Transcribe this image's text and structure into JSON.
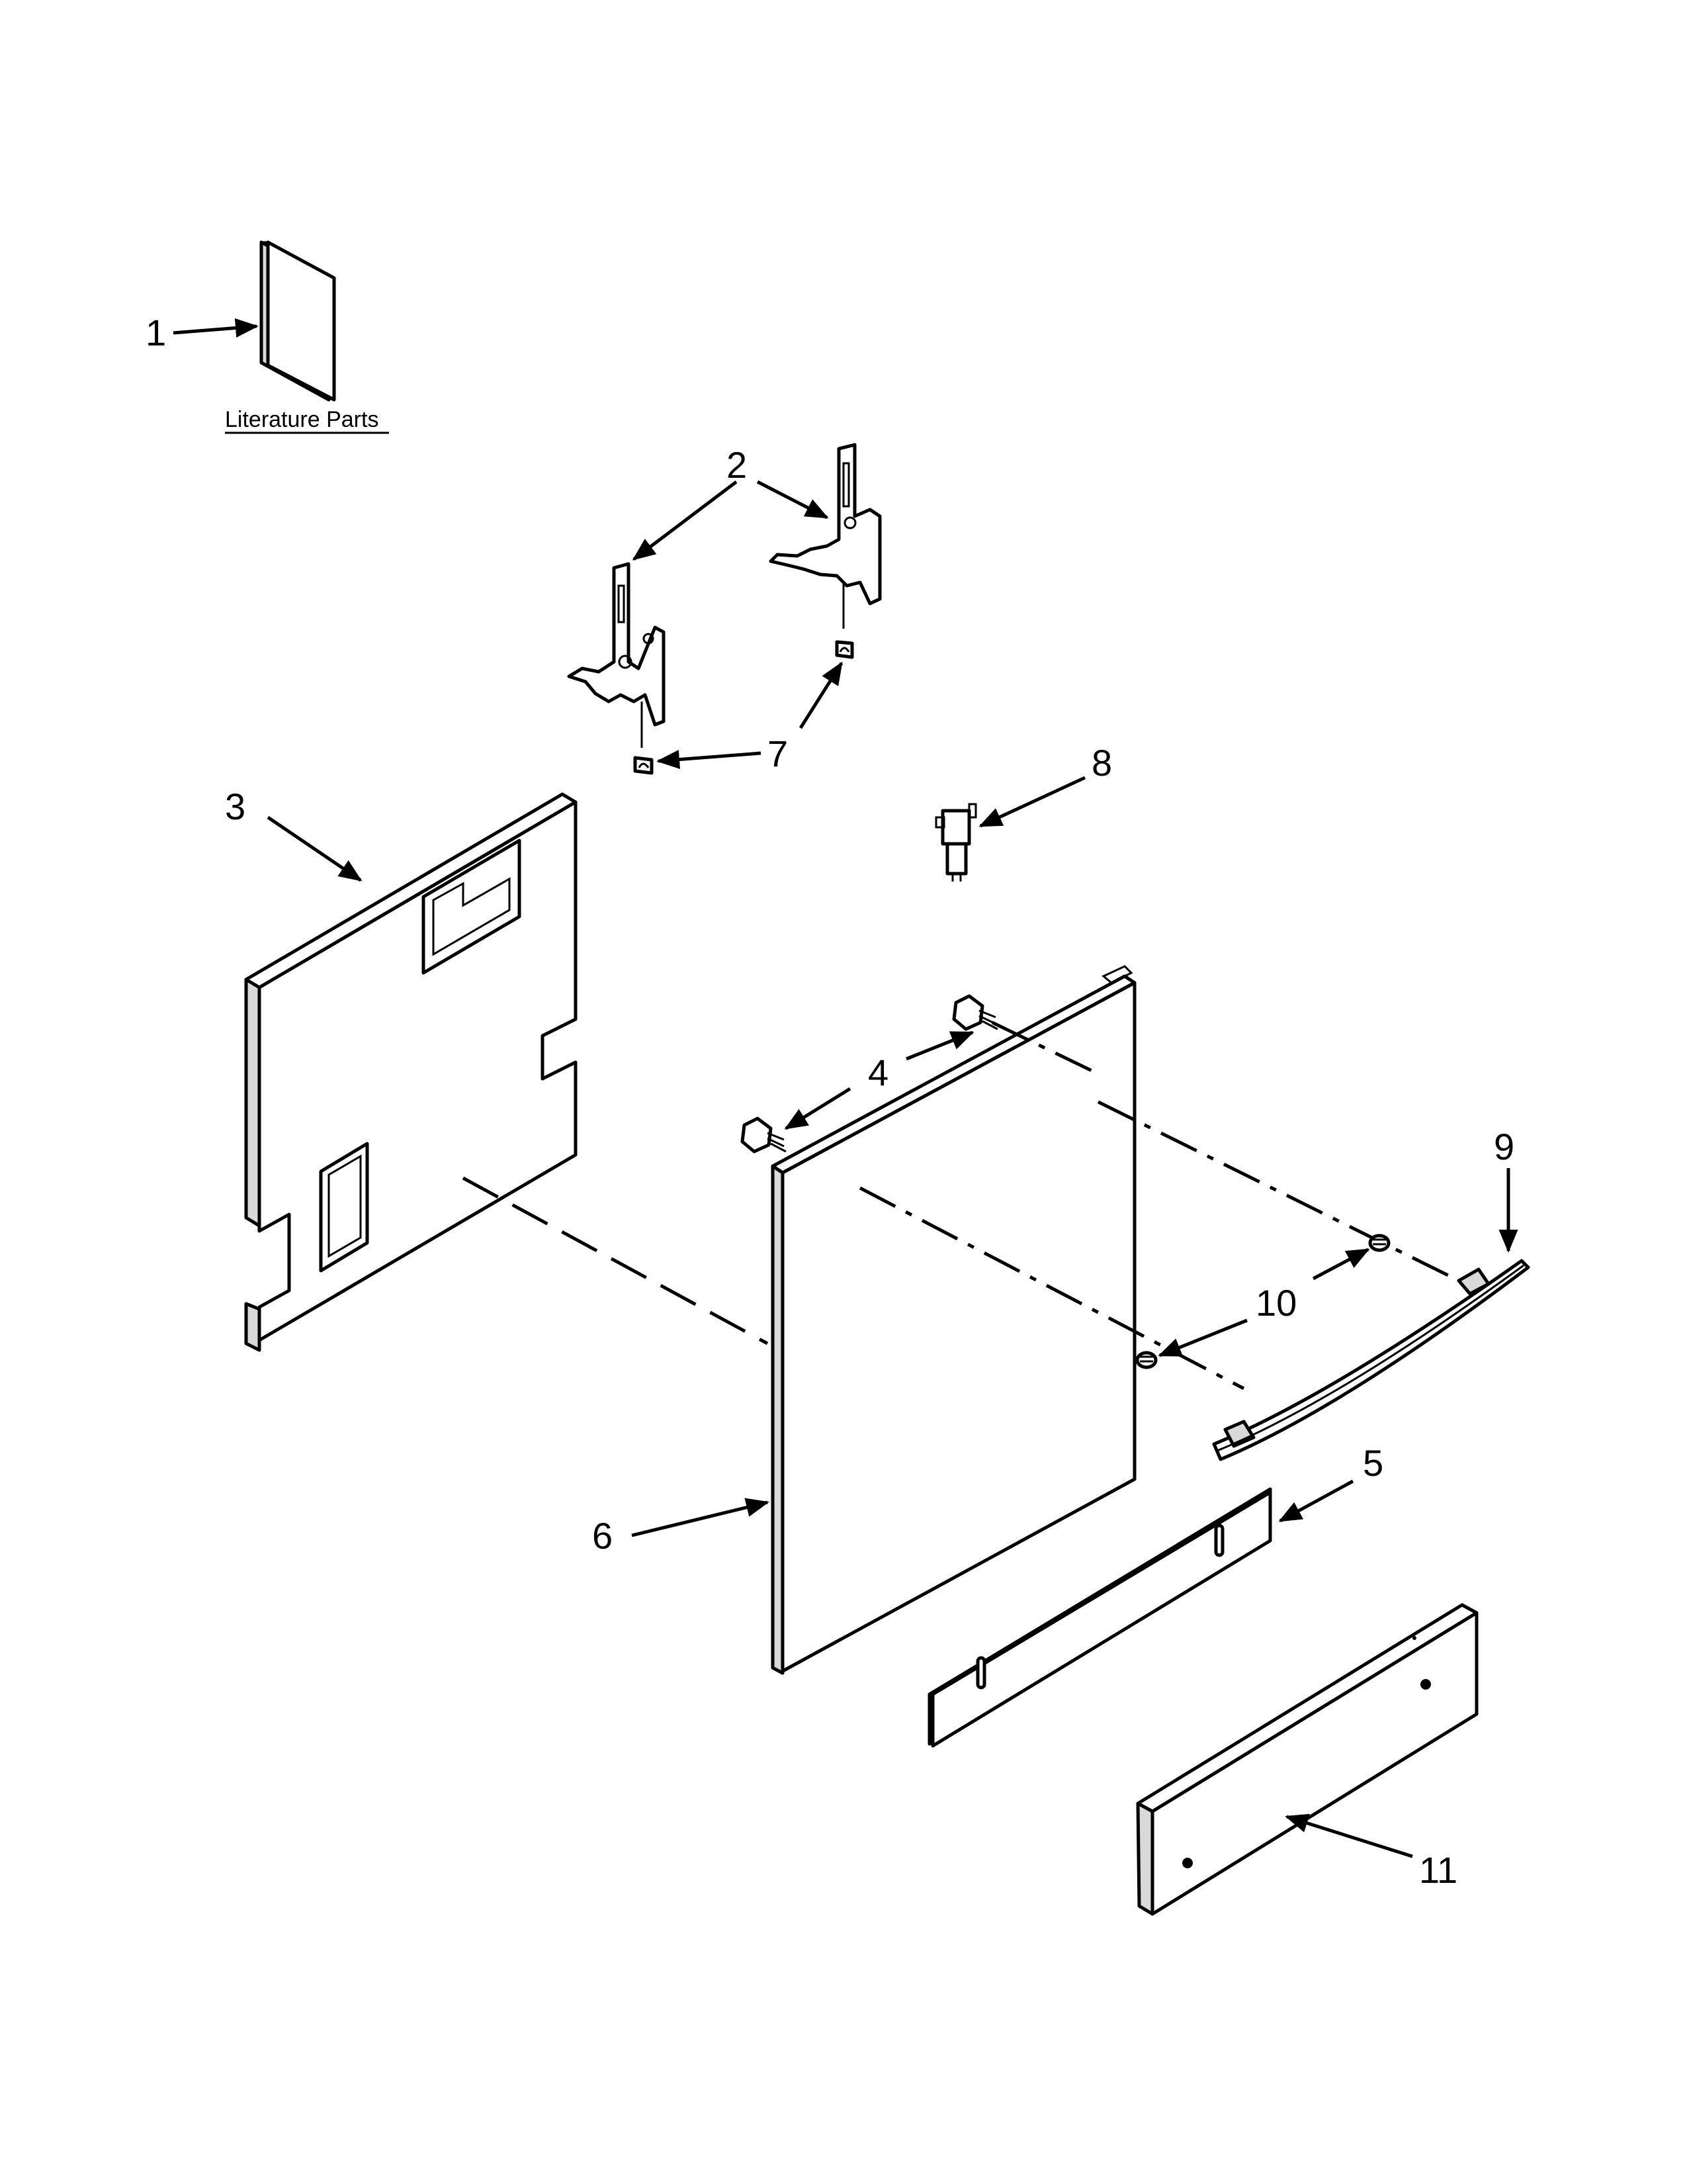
{
  "literature_label": "Literature Parts",
  "callouts": {
    "c1": "1",
    "c2": "2",
    "c3": "3",
    "c4": "4",
    "c5": "5",
    "c6": "6",
    "c7": "7",
    "c8": "8",
    "c9": "9",
    "c10": "10",
    "c11": "11"
  }
}
